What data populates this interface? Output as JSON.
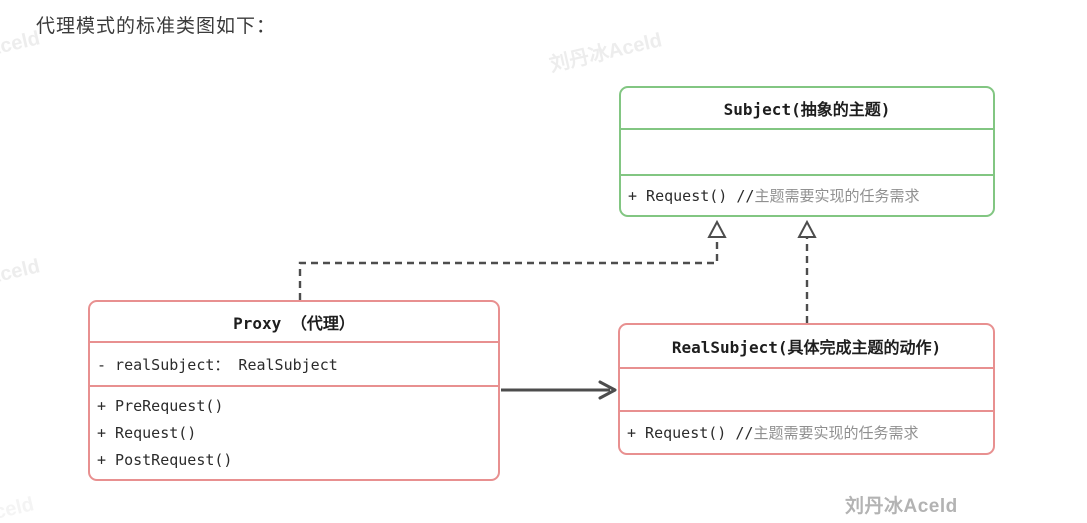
{
  "page": {
    "title": "代理模式的标准类图如下：",
    "signature": "刘丹冰Aceld",
    "watermark": "刘丹冰Aceld"
  },
  "diagram": {
    "colors": {
      "subject_border": "#82c682",
      "proxy_border": "#e89090",
      "arrow": "#4d4d4d",
      "comment": "#909090"
    },
    "classes": {
      "subject": {
        "title": "Subject(抽象的主题)",
        "attributes": "",
        "method_code": "+ Request() //",
        "method_comment": "主题需要实现的任务需求"
      },
      "proxy": {
        "title": "Proxy （代理）",
        "attribute": "- realSubject： RealSubject",
        "methods": [
          "+ PreRequest()",
          "+ Request()",
          "+ PostRequest()"
        ]
      },
      "realsubject": {
        "title": "RealSubject(具体完成主题的动作)",
        "attributes": "",
        "method_code": "+ Request() //",
        "method_comment": "主题需要实现的任务需求"
      }
    },
    "relations": [
      {
        "from": "Proxy",
        "to": "Subject",
        "type": "dashed-realization"
      },
      {
        "from": "RealSubject",
        "to": "Subject",
        "type": "dashed-realization"
      },
      {
        "from": "Proxy",
        "to": "RealSubject",
        "type": "solid-association"
      }
    ]
  }
}
